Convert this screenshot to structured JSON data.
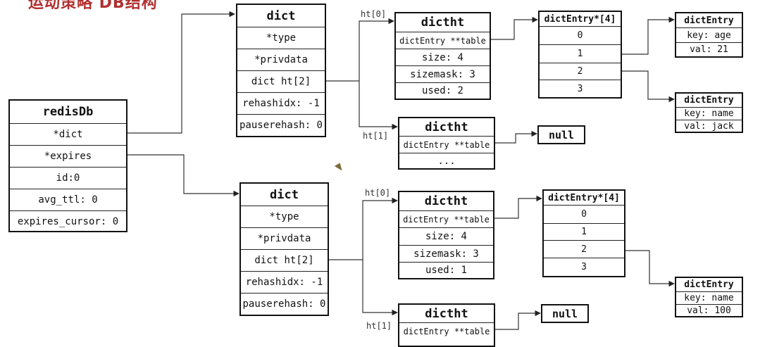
{
  "page_title": "运动策略 DB结构",
  "redisDb": {
    "title": "redisDb",
    "fields": [
      "*dict",
      "*expires",
      "id:0",
      "avg_ttl: 0",
      "expires_cursor: 0"
    ]
  },
  "dict1": {
    "title": "dict",
    "fields": [
      "*type",
      "*privdata",
      "dict ht[2]",
      "rehashidx: -1",
      "pauserehash: 0"
    ]
  },
  "dict2": {
    "title": "dict",
    "fields": [
      "*type",
      "*privdata",
      "dict ht[2]",
      "rehashidx: -1",
      "pauserehash: 0"
    ]
  },
  "ht0_label": "ht[0]",
  "ht1_label": "ht[1]",
  "dictht1_0": {
    "title": "dictht",
    "fields": [
      "dictEntry **table",
      "size: 4",
      "sizemask: 3",
      "used: 2"
    ]
  },
  "dictht1_1": {
    "title": "dictht",
    "fields": [
      "dictEntry **table",
      "..."
    ]
  },
  "dictht2_0": {
    "title": "dictht",
    "fields": [
      "dictEntry **table",
      "size: 4",
      "sizemask: 3",
      "used: 1"
    ]
  },
  "dictht2_1": {
    "title": "dictht",
    "fields": [
      "dictEntry **table"
    ]
  },
  "array1": {
    "title": "dictEntry*[4]",
    "fields": [
      "0",
      "1",
      "2",
      "3"
    ]
  },
  "array2": {
    "title": "dictEntry*[4]",
    "fields": [
      "0",
      "1",
      "2",
      "3"
    ]
  },
  "entry_age": {
    "title": "dictEntry",
    "fields": [
      "key: age",
      "val: 21"
    ]
  },
  "entry_name1": {
    "title": "dictEntry",
    "fields": [
      "key: name",
      "val: jack"
    ]
  },
  "entry_name2": {
    "title": "dictEntry",
    "fields": [
      "key: name",
      "val: 100"
    ]
  },
  "null_label": "null"
}
